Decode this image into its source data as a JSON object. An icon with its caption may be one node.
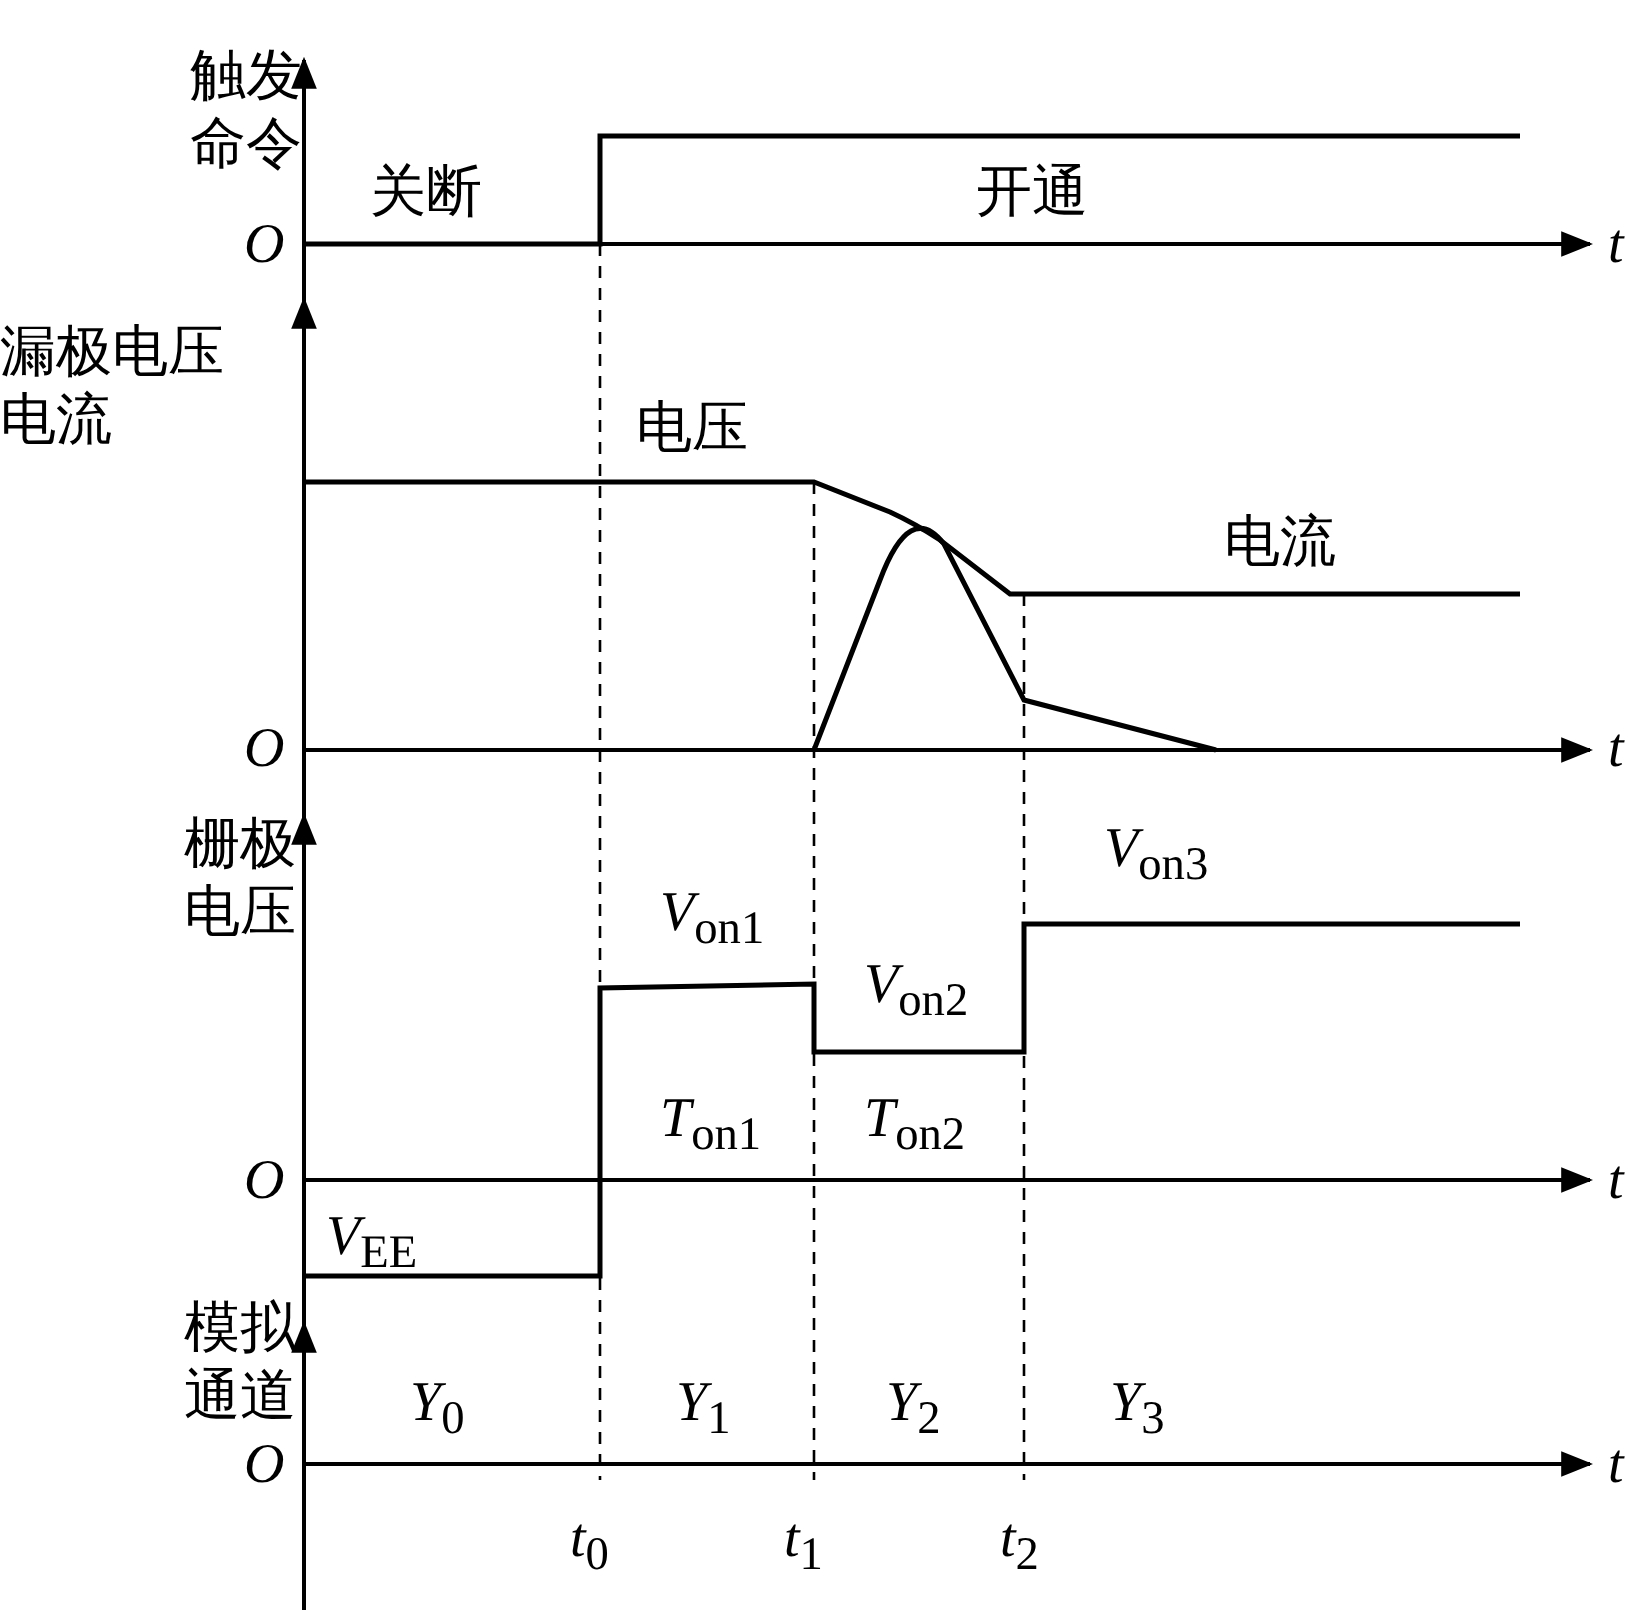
{
  "diagram": {
    "labels": [
      "触发命令",
      "关断",
      "开通",
      "O",
      "t",
      "漏极电压电流",
      "电压",
      "电流",
      "O",
      "t",
      "栅极电压",
      "*V*$_{on3}$",
      "*V*$_{on1}$",
      "*V*$_{on2}$",
      "*T*$_{on1}$",
      "*T*$_{on2}$",
      "O",
      "t",
      "*V*$_{EE}$",
      "模拟通道",
      "*Y*$_{0}$",
      "*Y*$_{1}$",
      "*Y*$_{2}$",
      "*Y*$_{3}$",
      "O",
      "t",
      "*t*$_{0}$",
      "*t*$_{1}$",
      "*t*$_{2}$"
    ]
  }
}
